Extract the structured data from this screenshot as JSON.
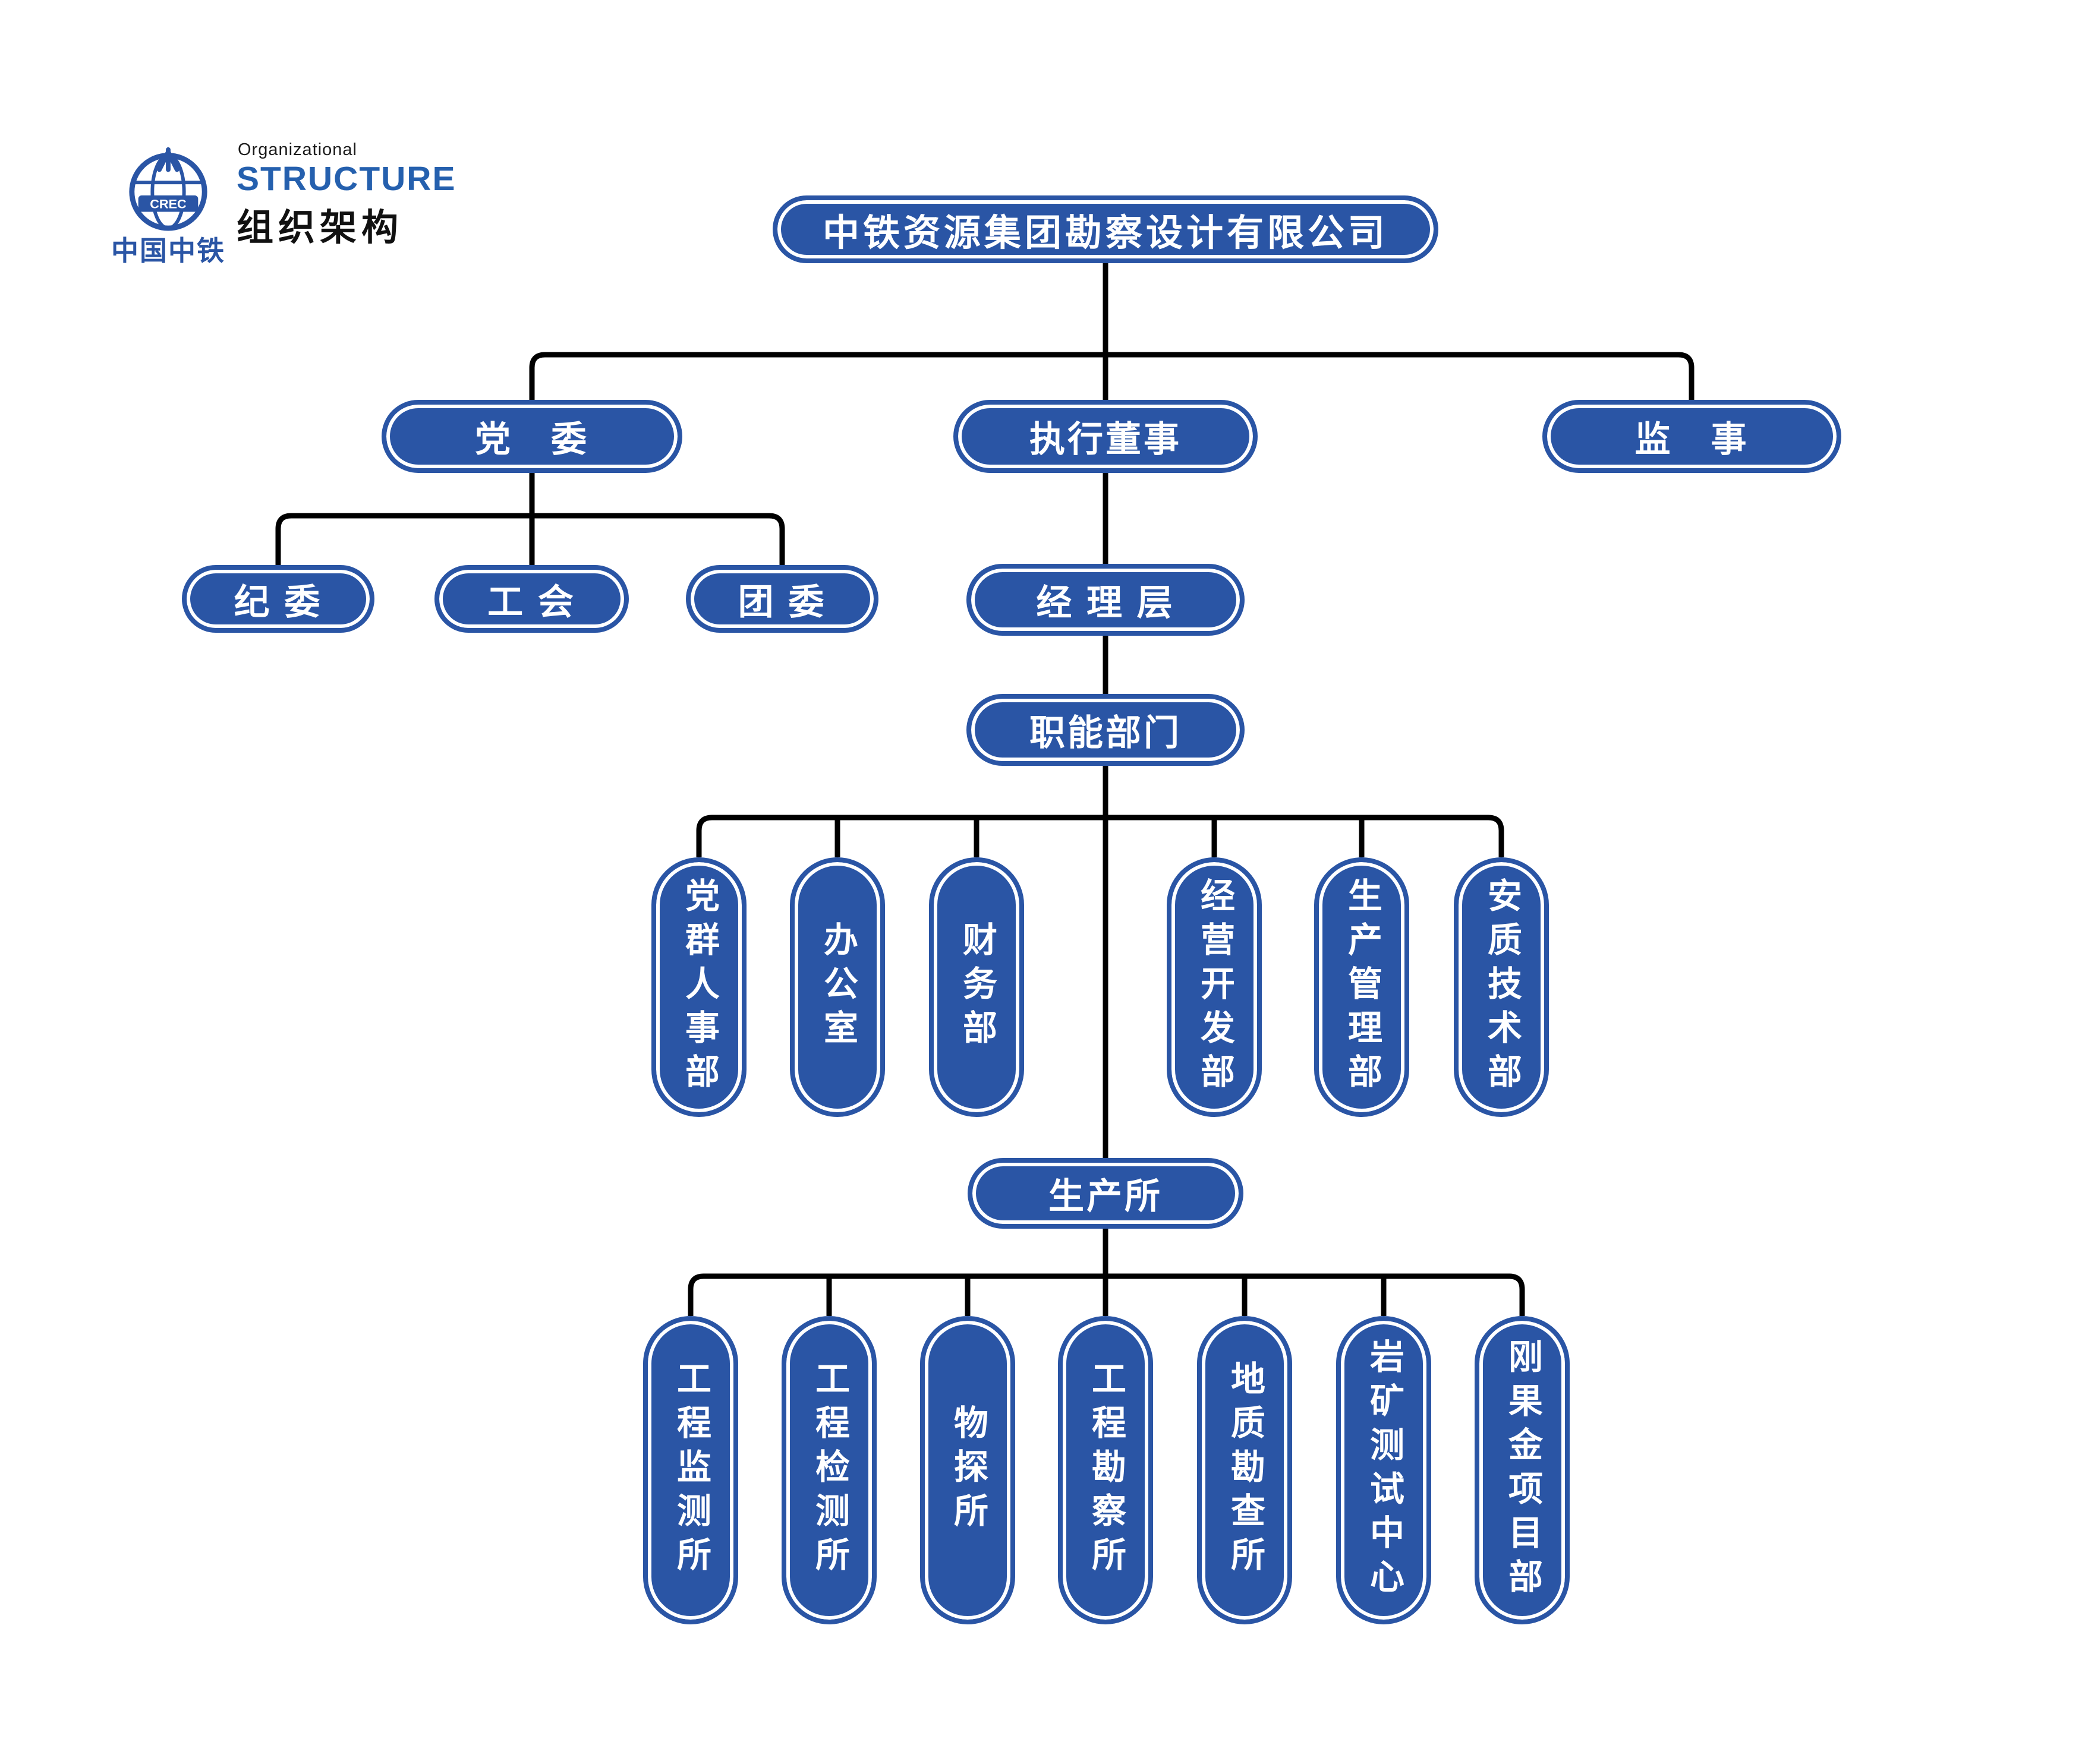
{
  "header": {
    "logo_text": "中国中铁",
    "logo_abbr": "CREC",
    "subtitle_en": "Organizational",
    "title_en": "STRUCTURE",
    "title_cn": "组织架构"
  },
  "colors": {
    "pill_blue": "#2A55A5",
    "title_blue": "#2560AE",
    "line_black": "#000000"
  },
  "chart": {
    "root": {
      "label": "中铁资源集团勘察设计有限公司"
    },
    "level2": [
      {
        "label": "党　委"
      },
      {
        "label": "执行董事"
      },
      {
        "label": "监　事"
      }
    ],
    "party_sub": [
      {
        "label": "纪 委"
      },
      {
        "label": "工 会"
      },
      {
        "label": "团 委"
      }
    ],
    "management": {
      "label": "经 理 层"
    },
    "functional": {
      "label": "职能部门"
    },
    "functional_departments": [
      {
        "label": "党群人事部"
      },
      {
        "label": "办公室"
      },
      {
        "label": "财务部"
      },
      {
        "label": "经营开发部"
      },
      {
        "label": "生产管理部"
      },
      {
        "label": "安质技术部"
      }
    ],
    "production": {
      "label": "生产所"
    },
    "production_institutes": [
      {
        "label": "工程监测所"
      },
      {
        "label": "工程检测所"
      },
      {
        "label": "物探所"
      },
      {
        "label": "工程勘察所"
      },
      {
        "label": "地质勘查所"
      },
      {
        "label": "岩矿测试中心"
      },
      {
        "label": "刚果金项目部"
      }
    ]
  }
}
